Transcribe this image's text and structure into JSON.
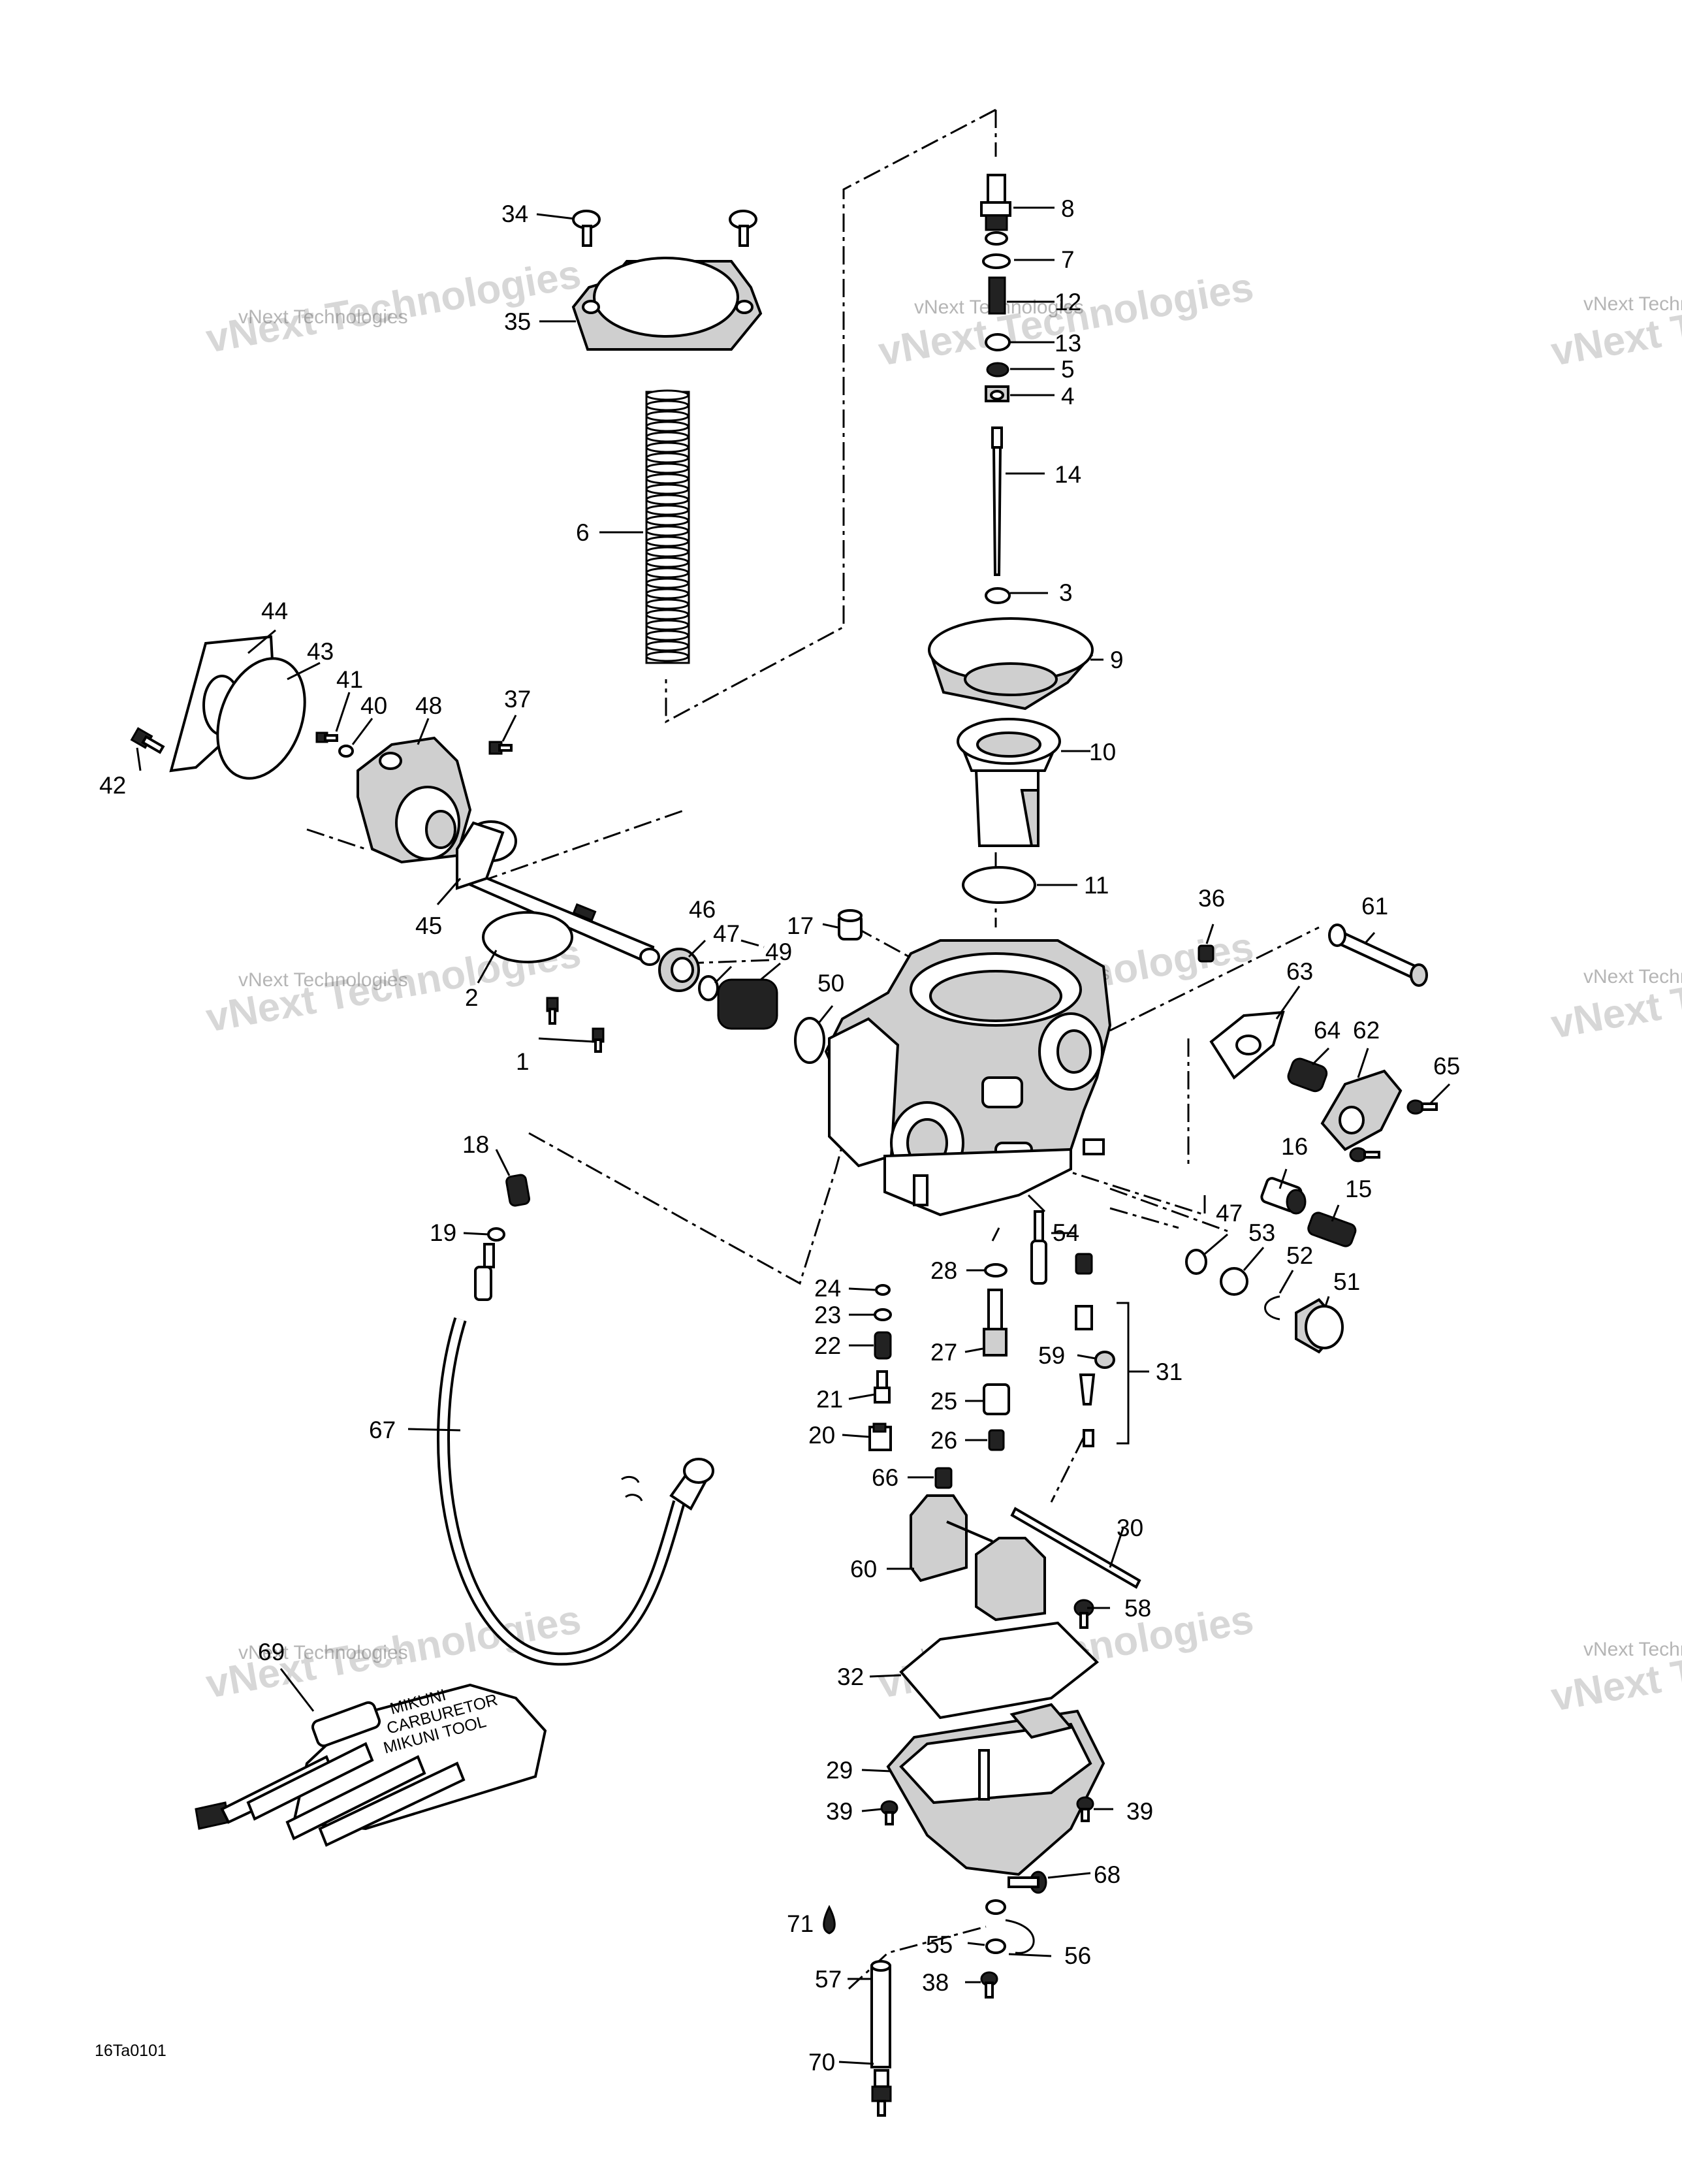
{
  "diagram": {
    "drawing_code": "16Ta0101",
    "watermark_text": "vNext Technologies",
    "watermark_shadow_text": "vNext Technologies",
    "labels": {
      "l1": "1",
      "l2": "2",
      "l3": "3",
      "l4": "4",
      "l5": "5",
      "l6": "6",
      "l7": "7",
      "l8": "8",
      "l9": "9",
      "l10": "10",
      "l11": "11",
      "l12": "12",
      "l13": "13",
      "l14": "14",
      "l15": "15",
      "l16": "16",
      "l17": "17",
      "l18": "18",
      "l19": "19",
      "l20": "20",
      "l21": "21",
      "l22": "22",
      "l23": "23",
      "l24": "24",
      "l25": "25",
      "l26": "26",
      "l27": "27",
      "l28": "28",
      "l29": "29",
      "l30": "30",
      "l31": "31",
      "l32": "32",
      "l34": "34",
      "l35": "35",
      "l36": "36",
      "l37": "37",
      "l38": "38",
      "l39a": "39",
      "l39b": "39",
      "l40": "40",
      "l41": "41",
      "l42": "42",
      "l43": "43",
      "l44": "44",
      "l45": "45",
      "l46": "46",
      "l47a": "47",
      "l47b": "47",
      "l48": "48",
      "l49": "49",
      "l50": "50",
      "l51": "51",
      "l52": "52",
      "l53": "53",
      "l54": "54",
      "l55": "55",
      "l56": "56",
      "l57": "57",
      "l58": "58",
      "l59": "59",
      "l60": "60",
      "l61": "61",
      "l62": "62",
      "l63": "63",
      "l64": "64",
      "l65": "65",
      "l66": "66",
      "l67": "67",
      "l68": "68",
      "l69": "69",
      "l70": "70",
      "l71": "71"
    },
    "tool_kit_text": {
      "line1": "MIKUNI",
      "line2": "CARBURETOR",
      "line3": "MIKUNI TOOL"
    }
  }
}
